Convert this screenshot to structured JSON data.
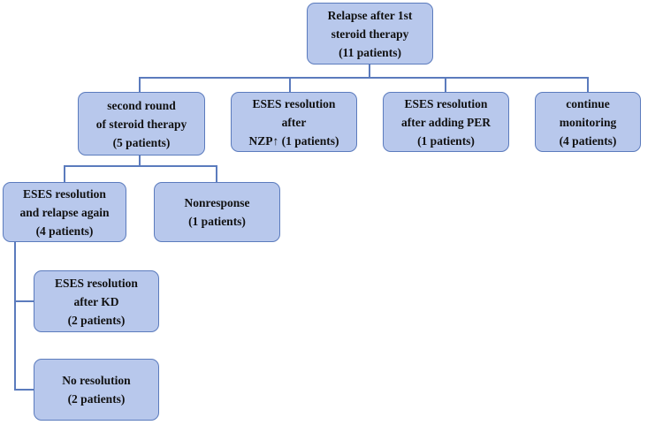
{
  "colors": {
    "node_fill": "#b8c8ec",
    "node_border": "#5b7bbd",
    "connector": "#5b7bbd",
    "text": "#111111"
  },
  "nodes": {
    "root": {
      "lines": [
        "Relapse after 1st",
        "steroid therapy",
        "(11 patients)"
      ]
    },
    "second_round": {
      "lines": [
        "second round",
        "of steroid therapy",
        "(5 patients)"
      ]
    },
    "nzp": {
      "lines": [
        "ESES resolution",
        "after",
        "NZP↑  (1 patients)"
      ]
    },
    "per": {
      "lines": [
        "ESES resolution",
        "after adding PER",
        "(1 patients)"
      ]
    },
    "monitoring": {
      "lines": [
        "continue",
        "monitoring",
        "(4 patients)"
      ]
    },
    "relapse_again": {
      "lines": [
        "ESES resolution",
        "and relapse again",
        "(4 patients)"
      ]
    },
    "nonresponse": {
      "lines": [
        "Nonresponse",
        "(1 patients)"
      ]
    },
    "kd": {
      "lines": [
        "ESES resolution",
        "after KD",
        "(2 patients)"
      ]
    },
    "no_resolution": {
      "lines": [
        "No resolution",
        "(2 patients)"
      ]
    }
  }
}
